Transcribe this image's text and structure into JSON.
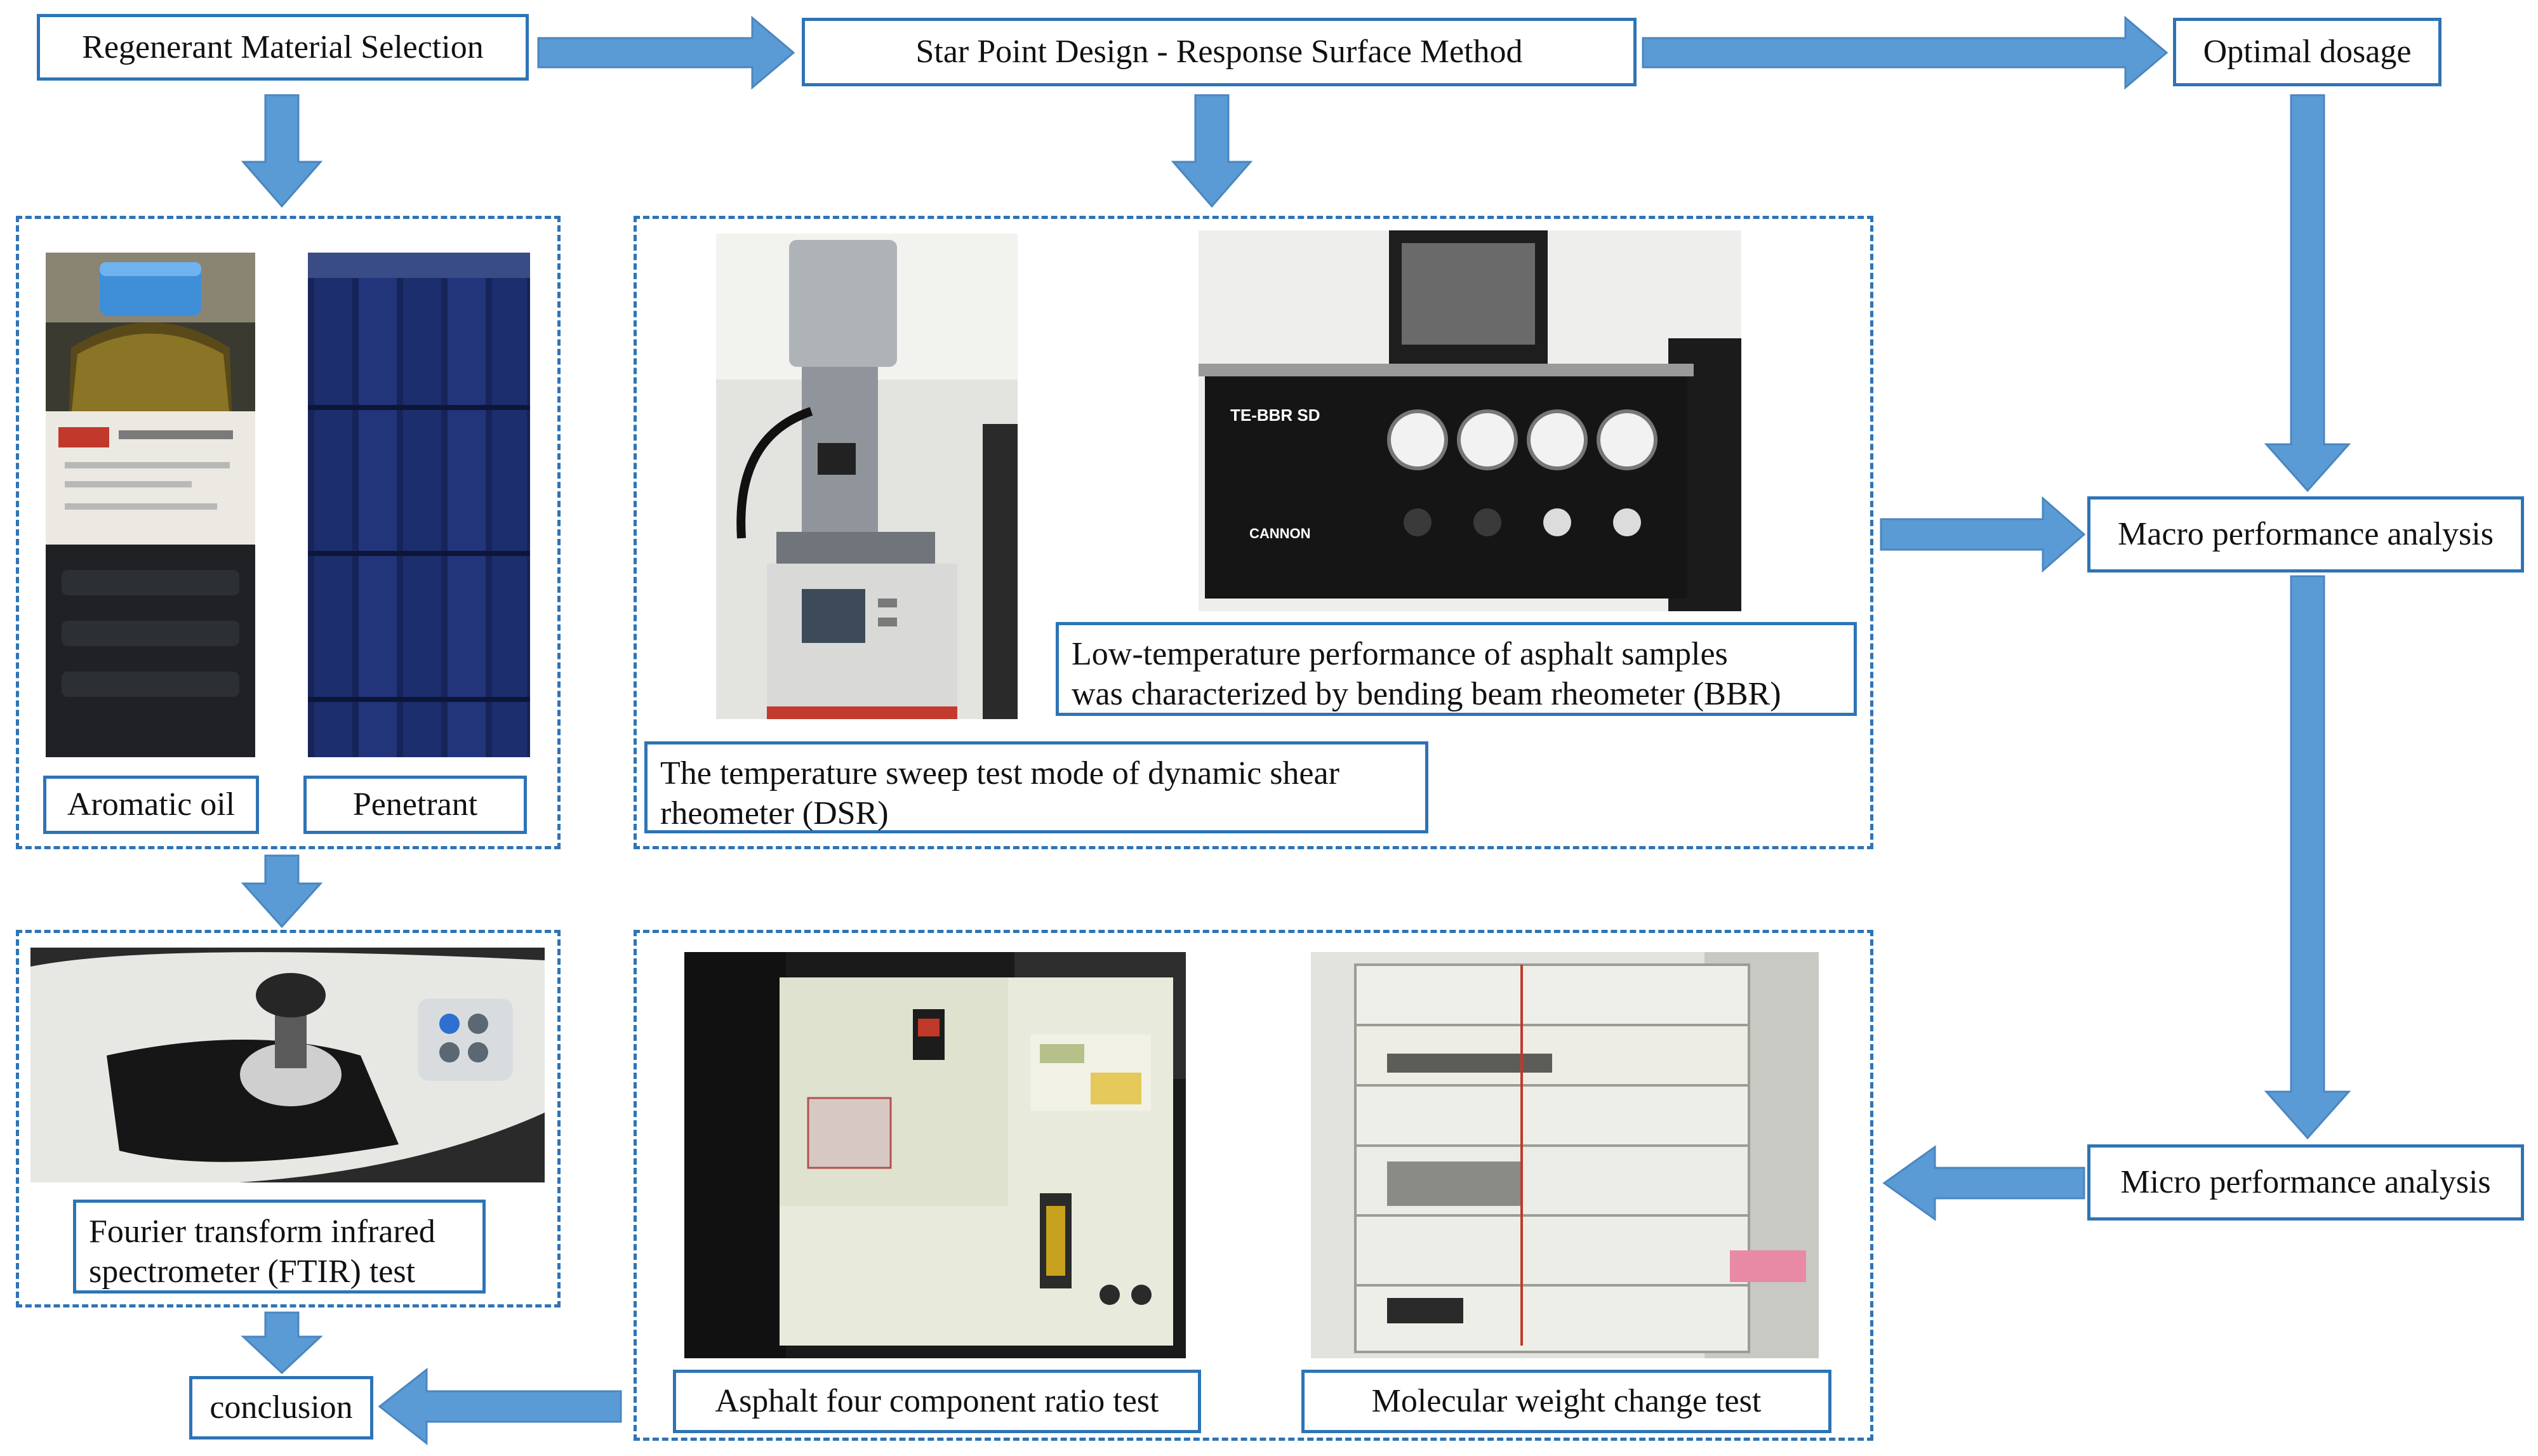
{
  "colors": {
    "arrow_fill": "#5b9bd5",
    "arrow_stroke": "#4a86c0",
    "border": "#2e74b5"
  },
  "nodes": {
    "regenerant_selection": "Regenerant Material Selection",
    "star_point_design": "Star Point Design - Response Surface Method",
    "optimal_dosage": "Optimal dosage",
    "aromatic_oil": "Aromatic oil",
    "penetrant": "Penetrant",
    "bbr": [
      "Low-temperature performance of asphalt samples",
      "was characterized by bending beam rheometer (BBR)"
    ],
    "dsr": [
      "The temperature sweep test mode of dynamic shear",
      "rheometer (DSR)"
    ],
    "macro": "Macro performance analysis",
    "micro": "Micro performance analysis",
    "ftir": [
      "Fourier transform infrared",
      "spectrometer (FTIR) test"
    ],
    "four_component": "Asphalt four component ratio test",
    "molecular_weight": "Molecular weight change test",
    "conclusion": "conclusion"
  },
  "photos": {
    "bbr_panel_label": "TE-BBR SD",
    "bbr_brand": "CANNON"
  }
}
